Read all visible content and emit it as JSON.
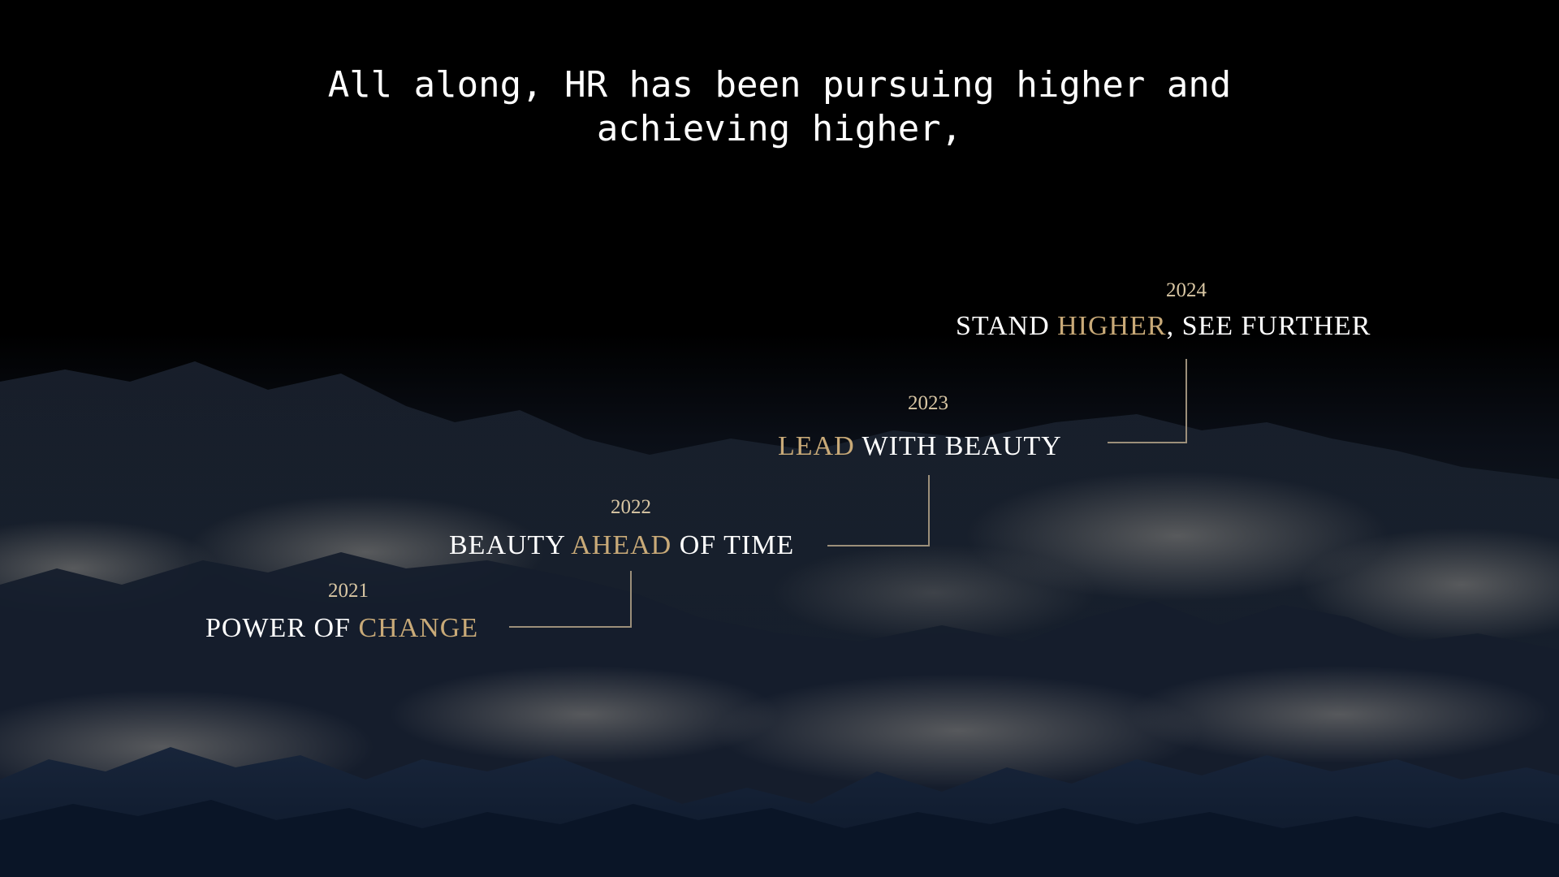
{
  "headline": {
    "line1": "All along, HR has been pursuing higher and",
    "line2": "achieving higher,"
  },
  "colors": {
    "accent_gold": "#c9aa78",
    "year_text": "#d9c7a4",
    "text": "#ffffff",
    "background_top": "#000000",
    "background_bottom": "#0f1a2c"
  },
  "milestones": [
    {
      "year": "2021",
      "parts": [
        "POWER OF ",
        "CHANGE",
        ""
      ]
    },
    {
      "year": "2022",
      "parts": [
        "BEAUTY ",
        "AHEAD",
        " OF TIME"
      ]
    },
    {
      "year": "2023",
      "parts": [
        "",
        "LEAD",
        " WITH BEAUTY"
      ]
    },
    {
      "year": "2024",
      "parts": [
        "STAND ",
        "HIGHER",
        ", SEE FURTHER"
      ]
    }
  ]
}
